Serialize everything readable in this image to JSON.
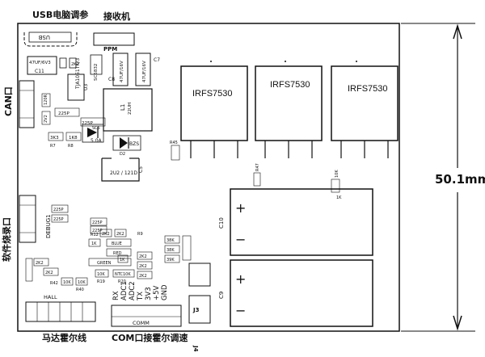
{
  "labels": {
    "top_usb": "USB电脑调参",
    "top_receiver": "接收机",
    "side_can": "CAN口",
    "side_software": "软件烧录口",
    "bottom_hall": "马达霍尔线",
    "bottom_comm": "COM口接霍尔调速",
    "bottom_j4": "J4",
    "dimension": "50.1mm"
  },
  "components": {
    "usb": "USB",
    "ppm": "PPM",
    "c11_val": "47UF/6V3",
    "c11": "C11",
    "c_2k2": "2K2",
    "u3": "U3",
    "u3_part": "TJA1051TK/3",
    "d_sc5832": "SC5832",
    "c8_val": "47UF/16V",
    "c8": "C8",
    "c7_val": "47UF/16V",
    "c7": "C7",
    "l1": "L1",
    "l1_val": "22UH",
    "r_120r": "120R",
    "can_v2": "2V2",
    "c_225p": "225P",
    "c_225p_b": "225P",
    "d_sc5": "SC5",
    "d_5a": "5.0A",
    "r_3k3": "3K3",
    "r_1k8": "1K8",
    "r7": "R7",
    "r8": "R8",
    "d_bzs": "BZS",
    "d2": "D2",
    "c5_val": "2U2 / 121D",
    "c5": "C5",
    "r45": "R45",
    "r47": "R47",
    "r_10k": "10K",
    "r_1k": "1K",
    "mos1": "IRFS7530",
    "mos2": "IRFS7530",
    "mos3": "IRFS7530",
    "c10": "C10",
    "c9": "C9",
    "debug": "DEBUG1",
    "c_225p_d1": "225P",
    "c_225p_d2": "225P",
    "c_225p_d3": "225P",
    "c_225p_d4": "225P",
    "r12": "R12",
    "r_2k2_a": "2K2",
    "r_2k2_b": "2K2",
    "r9": "R9",
    "r_1k_led": "1K",
    "blue": "BLUE",
    "red": "RED",
    "green": "GREEN",
    "r_1k_g": "1K",
    "r_38k_1": "38K",
    "r_38k_2": "38K",
    "r_39k": "39K",
    "r_2k2_1": "2K2",
    "r_2k2_2": "2K2",
    "r_2k2_3": "2K2",
    "r_10k_b": "10K",
    "ntc": "NTC10K",
    "r19": "R19",
    "r20": "R20",
    "r_2k2_h": "2K2",
    "r42": "R42",
    "r_2k2_h2": "2K2",
    "r_10k_h1": "10K",
    "r_10k_h2": "10K",
    "r40": "R40",
    "hall": "HALL",
    "comm": "COMM",
    "j3": "J3",
    "pin_rx": "RX",
    "pin_adc1": "ADC1",
    "pin_adc2": "ADC2",
    "pin_tx": "TX",
    "pin_3v3": "3V3",
    "pin_5v": "+5V",
    "pin_gnd": "GND",
    "plus": "+",
    "minus": "−"
  }
}
